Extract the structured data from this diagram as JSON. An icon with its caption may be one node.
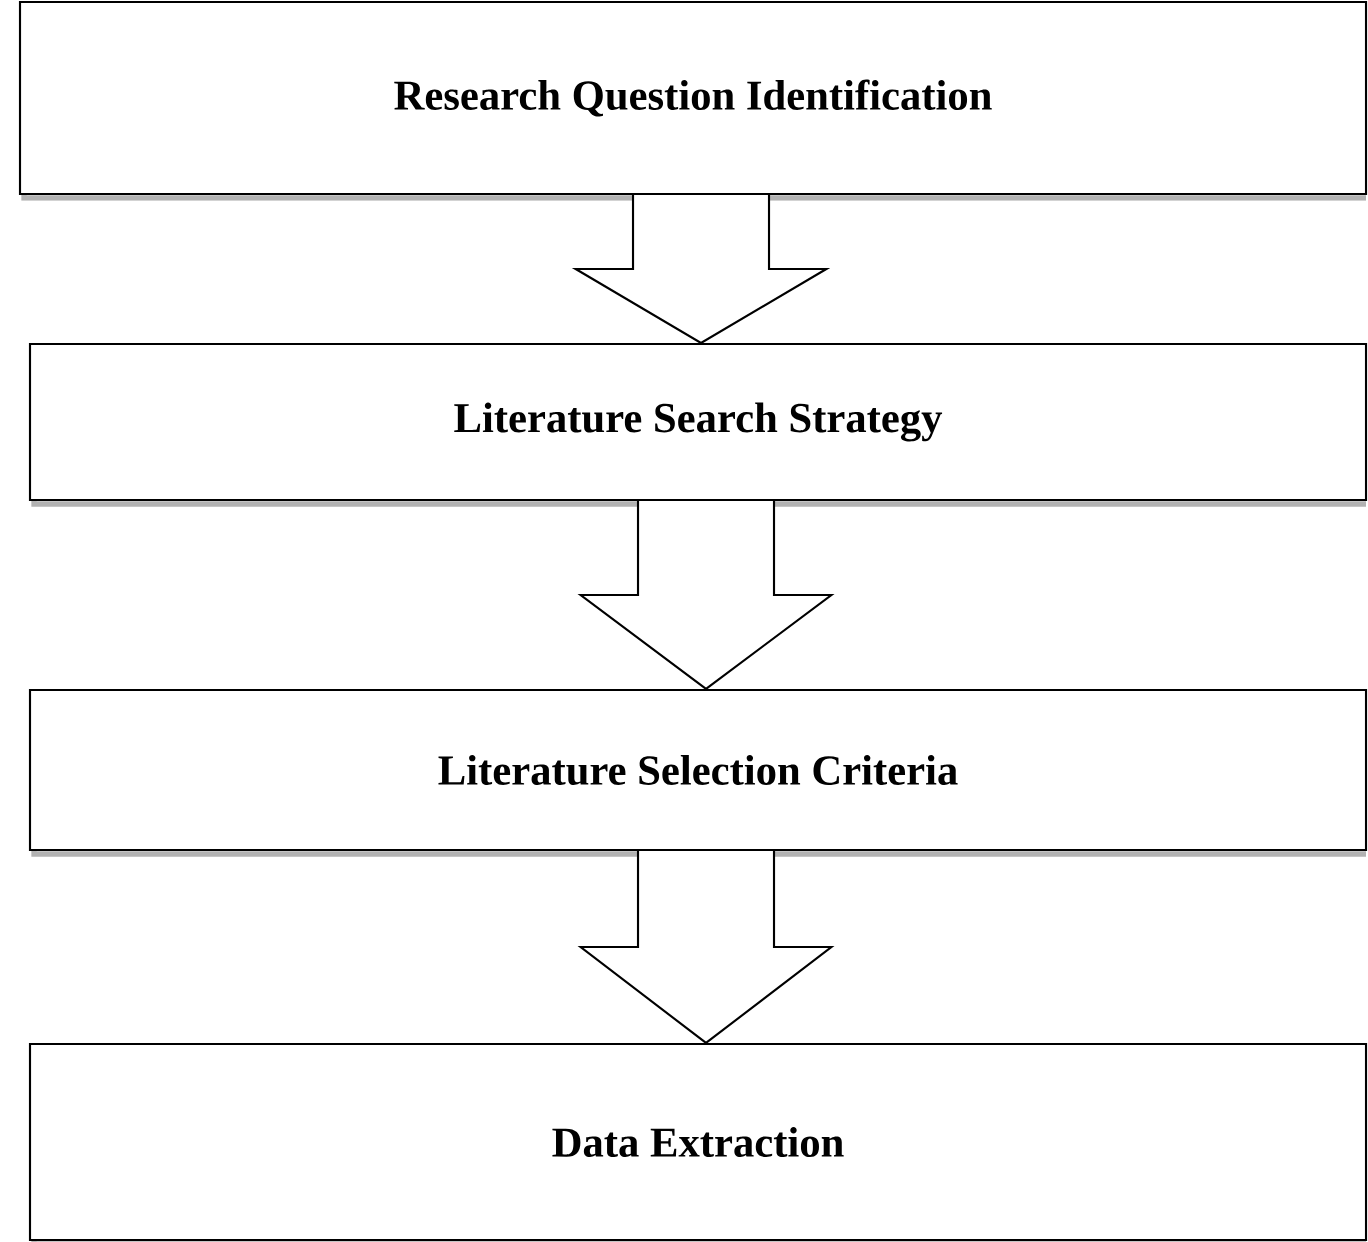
{
  "diagram": {
    "nodes": [
      {
        "text": [
          "Research Question Identification"
        ]
      },
      {
        "text": [
          "Literature Search Strategy"
        ]
      },
      {
        "text": [
          "Literature Selection Criteria"
        ]
      },
      {
        "text": [
          "Data Extraction"
        ]
      }
    ],
    "edges": [
      {
        "from": 0,
        "to": 1,
        "arrow": "to"
      },
      {
        "from": 1,
        "to": 2,
        "arrow": "to"
      },
      {
        "from": 2,
        "to": 3,
        "arrow": "to"
      }
    ]
  }
}
